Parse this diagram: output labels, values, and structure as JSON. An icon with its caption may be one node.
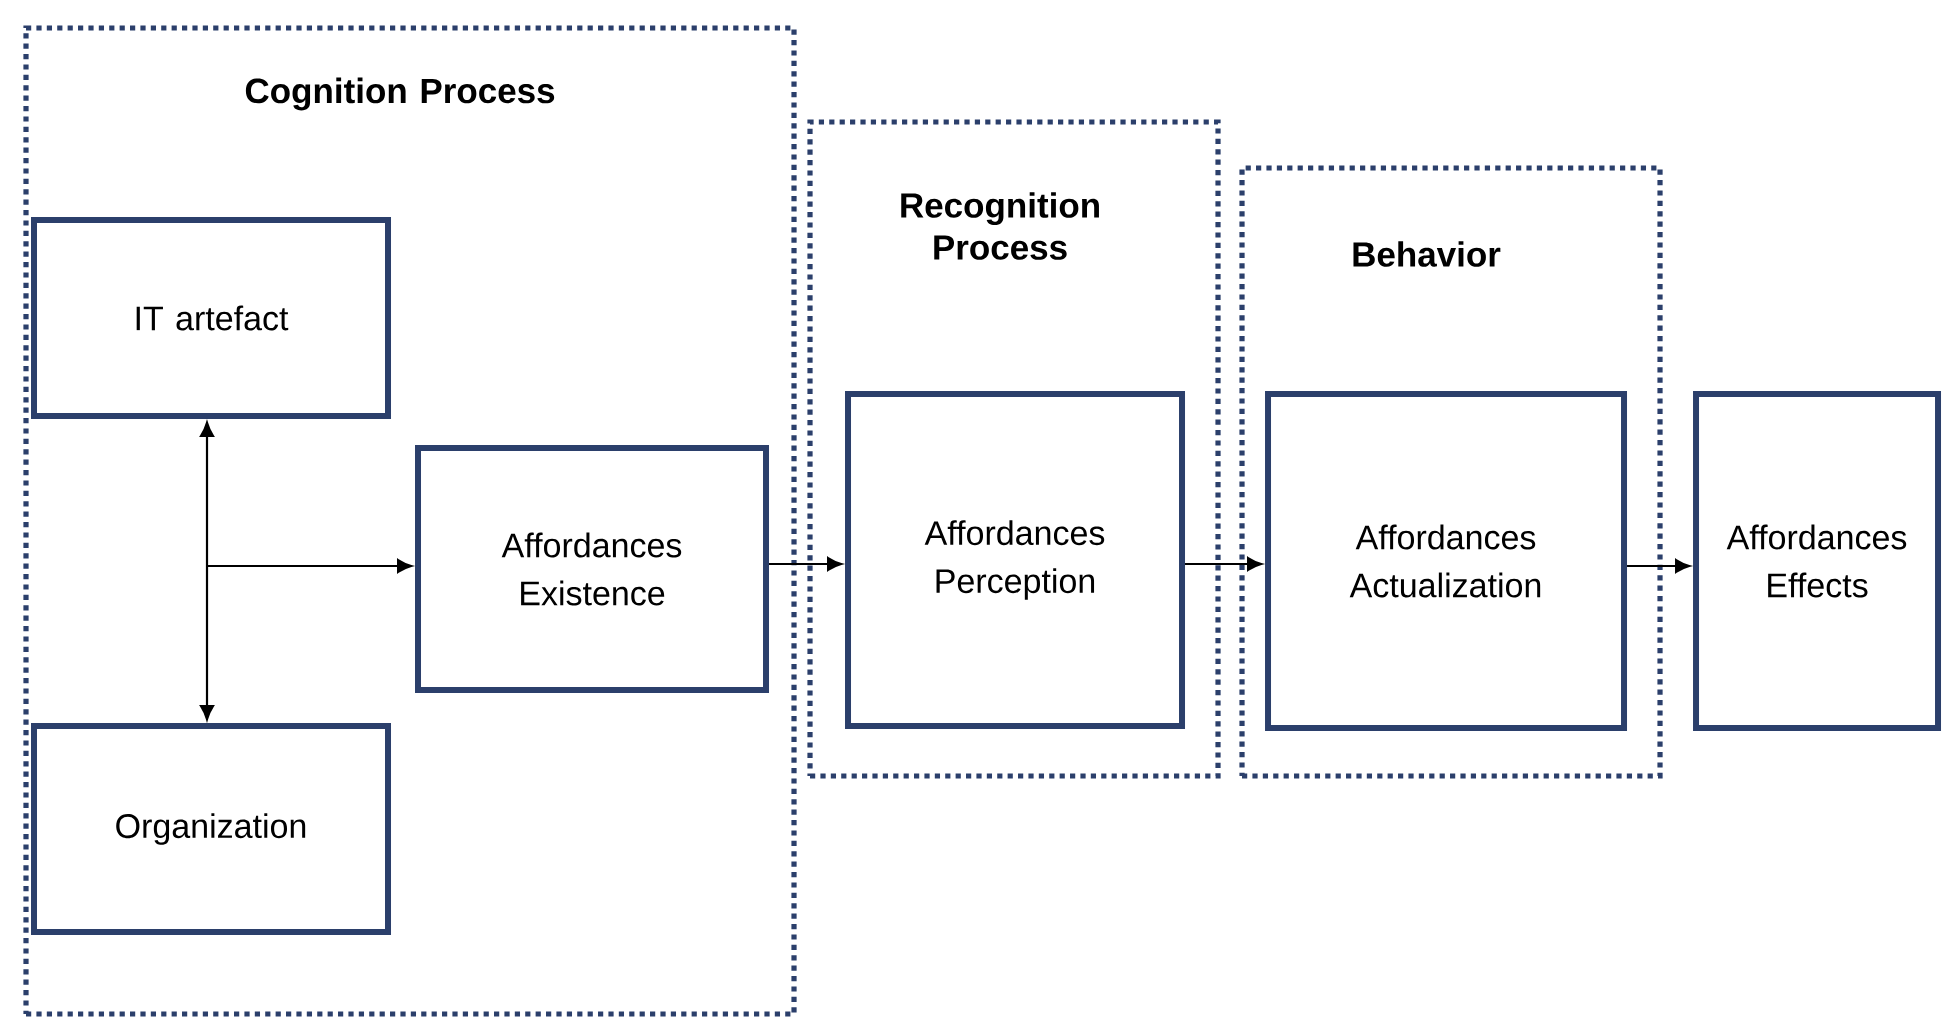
{
  "diagram": {
    "nodes": [
      {
        "text": [
          "Cognition Process"
        ]
      },
      {
        "text": [
          "IT artefact"
        ],
        "in": 0
      },
      {
        "text": [
          "Organization"
        ],
        "in": 0
      },
      {
        "text": [
          "Affordances Existence"
        ],
        "in": 0
      },
      {
        "text": [
          "Recognition Process"
        ]
      },
      {
        "text": [
          "Affordances Perception"
        ],
        "in": 4
      },
      {
        "text": [
          "Behavior"
        ]
      },
      {
        "text": [
          "Affordances Actualization"
        ],
        "in": 6
      },
      {
        "text": [
          "Affordances Effects"
        ]
      }
    ],
    "edges": [
      {
        "from": 1,
        "to": 2,
        "arrow": "both"
      },
      {
        "from": null,
        "to": 3,
        "arrow": "to"
      },
      {
        "from": 3,
        "to": 5,
        "arrow": "to"
      },
      {
        "from": 5,
        "to": 7,
        "arrow": "to"
      },
      {
        "from": 7,
        "to": 8,
        "arrow": "to"
      }
    ]
  }
}
